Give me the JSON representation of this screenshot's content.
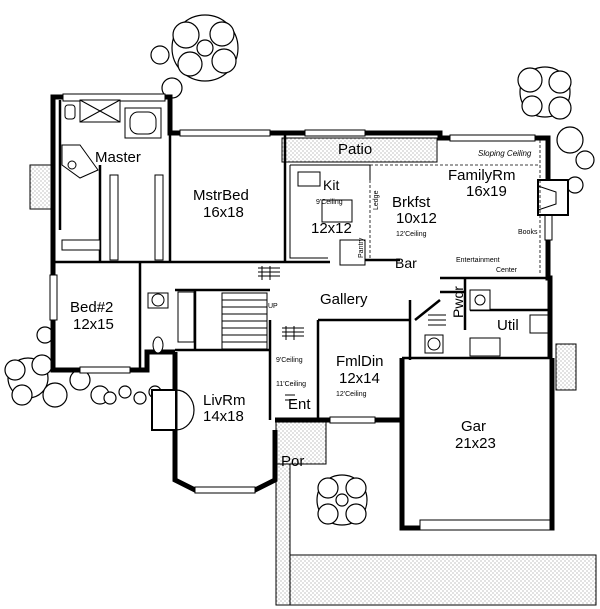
{
  "rooms": {
    "master": {
      "name": "Master"
    },
    "mstrbed": {
      "name": "MstrBed",
      "size": "16x18"
    },
    "kit": {
      "name": "Kit",
      "size": "12x12",
      "ceiling": "9'Ceiling"
    },
    "patio": {
      "name": "Patio"
    },
    "brkfst": {
      "name": "Brkfst",
      "size": "10x12",
      "ceiling": "12'Ceiling"
    },
    "familyrm": {
      "name": "FamilyRm",
      "size": "16x19",
      "note": "Sloping Ceiling"
    },
    "bed2": {
      "name": "Bed#2",
      "size": "12x15"
    },
    "bar": {
      "name": "Bar"
    },
    "gallery": {
      "name": "Gallery"
    },
    "pwdr": {
      "name": "Pwdr"
    },
    "util": {
      "name": "Util"
    },
    "fmldin": {
      "name": "FmlDin",
      "size": "12x14",
      "ceiling": "12'Ceiling"
    },
    "livrm": {
      "name": "LivRm",
      "size": "14x18"
    },
    "ent": {
      "name": "Ent"
    },
    "por": {
      "name": "Por"
    },
    "gar": {
      "name": "Gar",
      "size": "21x23"
    }
  },
  "notes": {
    "books": "Books",
    "entertainment": "Entertainment",
    "center": "Center",
    "pantry": "Pantry",
    "ledge": "Ledge",
    "up": "UP",
    "gallery_ceiling": "9'Ceiling",
    "livrm_ceiling": "11'Ceiling"
  }
}
